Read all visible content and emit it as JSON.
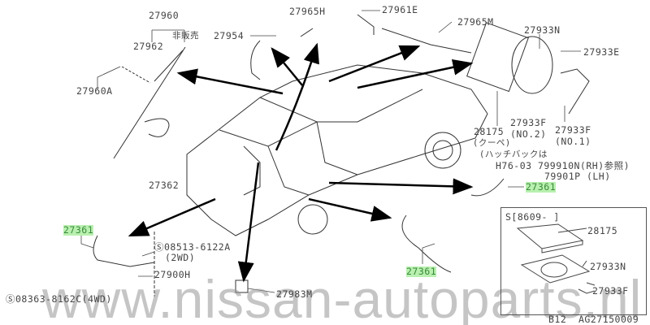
{
  "diagram": {
    "labels": {
      "p27960": "27960",
      "p27962": "27962",
      "not_for_sale": "非販売",
      "p27960a": "27960A",
      "p27954": "27954",
      "p27965h": "27965H",
      "p27961e": "27961E",
      "p27965m": "27965M",
      "p27933n": "27933N",
      "p27933e": "27933E",
      "p27933f_no2": "27933F",
      "no2": "(NO.2)",
      "p28175": "28175",
      "coupe": "(クーペ)",
      "p27933f_no1": "27933F",
      "no1": "(NO.1)",
      "hatchback_note": "(ハッチバックは",
      "ref_rh": "H76-03 799910N(RH)参照)",
      "ref_lh": "79901P (LH)",
      "p27361_right": "27361",
      "p27362": "27362",
      "p27361_left": "27361",
      "screw_2wd": "08513-6122A",
      "two_wd": "(2WD)",
      "p27900h": "27900H",
      "screw_4wd": "08363-8162C(4WD)",
      "p27983m": "27983M",
      "p27361_bottom": "27361"
    },
    "inset": {
      "serial": "S[8609-  ]",
      "p28175": "28175",
      "p27933n": "27933N",
      "p27933f": "27933F"
    },
    "footer": {
      "model": "B12",
      "code": "AG27150009"
    },
    "watermark": "www.nissan-autoparts.nl",
    "highlight_color": "#b9f0b0"
  }
}
